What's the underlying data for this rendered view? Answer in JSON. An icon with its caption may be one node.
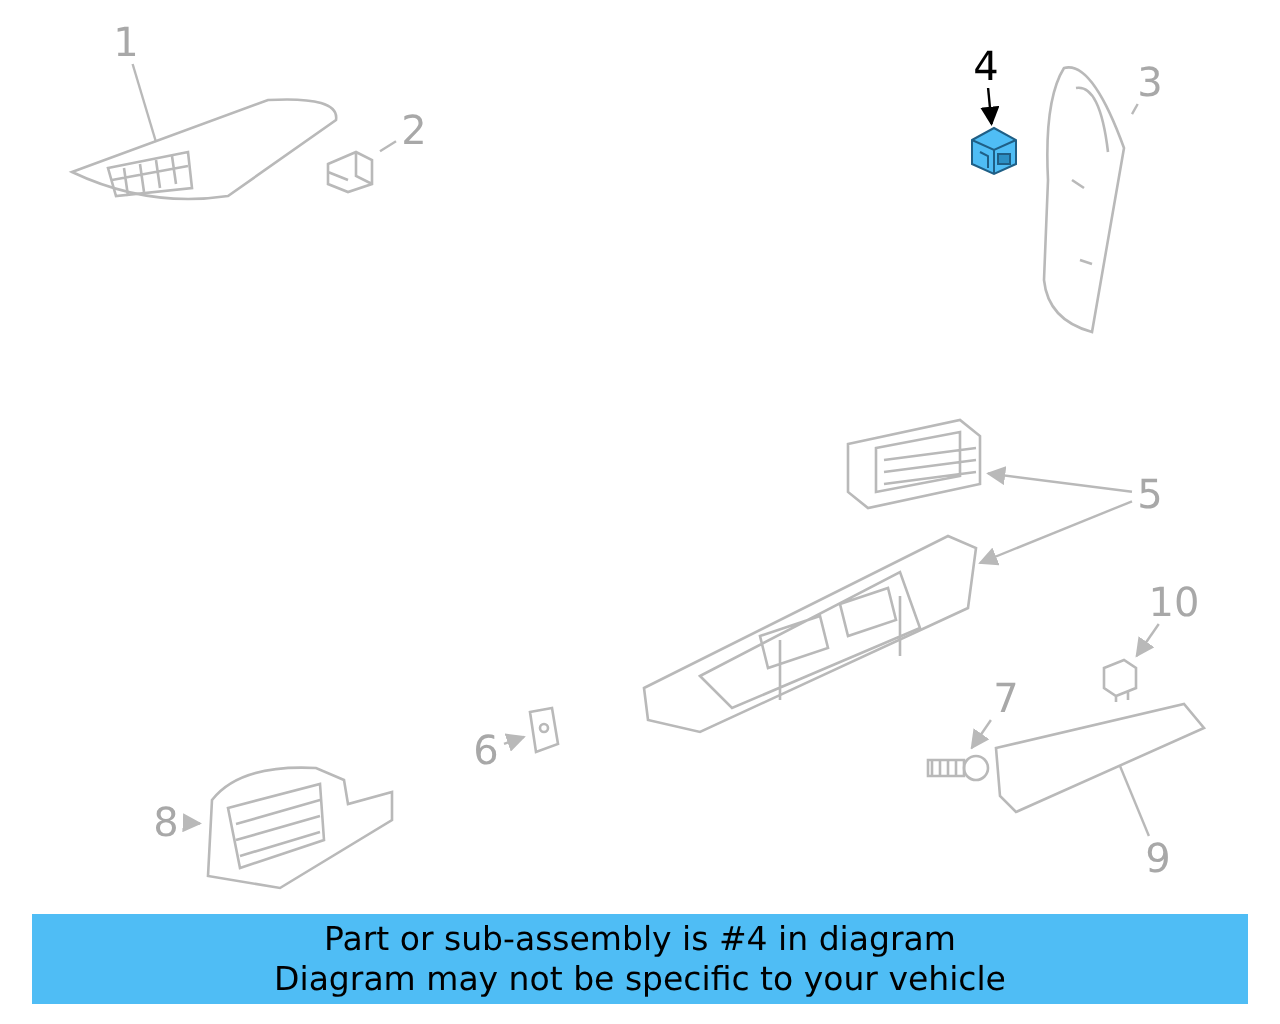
{
  "diagram": {
    "nodes": [
      {
        "text": [
          "1"
        ]
      },
      {
        "text": [],
        "shape": "picture"
      },
      {
        "text": [
          "2"
        ]
      },
      {
        "text": [],
        "shape": "picture"
      },
      {
        "text": [
          "4"
        ]
      },
      {
        "text": [],
        "shape": "picture"
      },
      {
        "text": [
          "3"
        ]
      },
      {
        "text": [],
        "shape": "picture"
      },
      {
        "text": [
          "5"
        ]
      },
      {
        "text": [],
        "shape": "picture"
      },
      {
        "text": [],
        "shape": "picture"
      },
      {
        "text": [
          "10"
        ]
      },
      {
        "text": [],
        "shape": "picture"
      },
      {
        "text": [
          "7"
        ]
      },
      {
        "text": [],
        "shape": "picture"
      },
      {
        "text": [
          "6"
        ]
      },
      {
        "text": [],
        "shape": "picture"
      },
      {
        "text": [
          "8"
        ]
      },
      {
        "text": [],
        "shape": "picture"
      },
      {
        "text": [
          "9"
        ]
      },
      {
        "text": [],
        "shape": "picture"
      },
      {
        "text": [
          "Part or sub-assembly is #4 in diagram",
          "Diagram may not be specific to your vehicle"
        ]
      }
    ],
    "edges": [
      {
        "from": 0,
        "to": 1,
        "arrow": "none"
      },
      {
        "from": 2,
        "to": 3,
        "arrow": "none"
      },
      {
        "from": 4,
        "to": 5,
        "arrow": "to",
        "color": "#000000"
      },
      {
        "from": 6,
        "to": 7,
        "arrow": "none"
      },
      {
        "from": 8,
        "to": 9,
        "arrow": "to"
      },
      {
        "from": 8,
        "to": 10,
        "arrow": "to"
      },
      {
        "from": 11,
        "to": 12,
        "arrow": "to"
      },
      {
        "from": 13,
        "to": 14,
        "arrow": "to"
      },
      {
        "from": 15,
        "to": 16,
        "arrow": "to"
      },
      {
        "from": 17,
        "to": 18,
        "arrow": "to"
      },
      {
        "from": 19,
        "to": 20,
        "arrow": "none"
      }
    ]
  }
}
